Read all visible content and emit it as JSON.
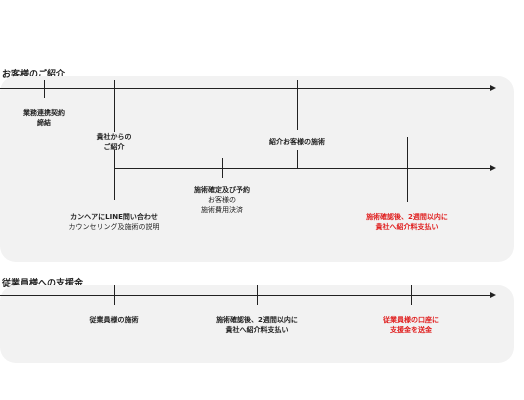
{
  "section1": {
    "title": "お客様のご紹介",
    "labels": {
      "partnership": [
        "業務連携契約",
        "締結"
      ],
      "referral": [
        "貴社からの",
        "ご紹介"
      ],
      "treatment": "紹介お客様の施術",
      "inquiry_title": "カンヘアにLINE問い合わせ",
      "inquiry_sub": "カウンセリング及施術の説明",
      "reservation_title": "施術確定及び予約",
      "reservation_sub": [
        "お客様の",
        "施術費用決済"
      ],
      "fee_payment": [
        "施術確認後、2週間以内に",
        "貴社へ紹介料支払い"
      ]
    }
  },
  "section2": {
    "title": "従業員様への支援金",
    "labels": {
      "employee_treatment": "従業員様の施術",
      "fee_payment": [
        "施術確認後、2週間以内に",
        "貴社へ紹介料支払い"
      ],
      "transfer": [
        "従業員様の口座に",
        "支援金を送金"
      ]
    }
  },
  "colors": {
    "highlight": "#e02020",
    "panel": "#f2f2f2",
    "line": "#222222"
  }
}
